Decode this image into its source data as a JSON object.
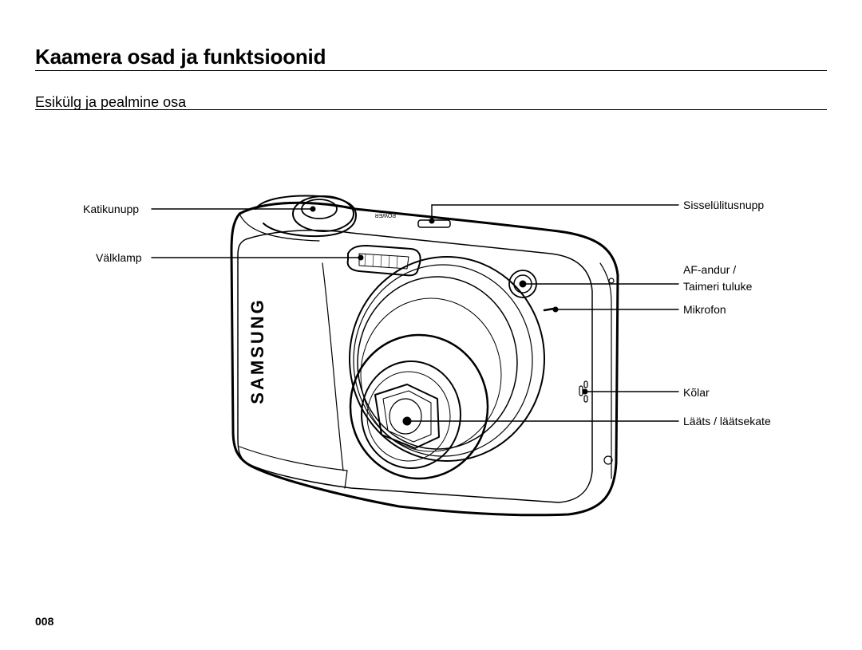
{
  "header": {
    "title": "Kaamera osad ja funktsioonid",
    "subtitle": "Esikülg ja pealmine osa"
  },
  "figure": {
    "brand_text": "SAMSUNG",
    "power_text": "POWER",
    "labels": {
      "katikunupp": "Katikunupp",
      "valklamp": "Välklamp",
      "sisselulitusnupp": "Sisselülitusnupp",
      "af_andur": "AF-andur /",
      "taimeri_tuluke": "Taimeri tuluke",
      "mikrofon": "Mikrofon",
      "kolar": "Kõlar",
      "laats": "Lääts / läätsekate"
    }
  },
  "footer": {
    "page_number": "008"
  }
}
